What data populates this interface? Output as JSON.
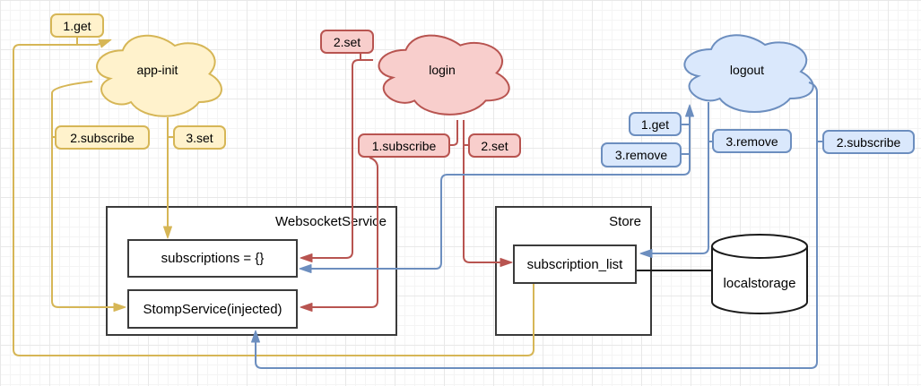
{
  "colors": {
    "yellow": {
      "stroke": "#d6b656",
      "fill": "#fff2cc"
    },
    "red": {
      "stroke": "#b85450",
      "fill": "#f8cecc"
    },
    "blue": {
      "stroke": "#6c8ebf",
      "fill": "#dae8fc"
    },
    "node": {
      "stroke": "#3b3b3b",
      "fill": "#ffffff"
    }
  },
  "clouds": {
    "app_init": {
      "label": "app-init"
    },
    "login": {
      "label": "login"
    },
    "logout": {
      "label": "logout"
    }
  },
  "containers": {
    "websocket_service": {
      "title": "WebsocketService",
      "subscriptions_label": "subscriptions = {}",
      "stomp_label": "StompService(injected)"
    },
    "store": {
      "title": "Store",
      "subscription_list_label": "subscription_list"
    }
  },
  "datastore": {
    "label": "localstorage"
  },
  "edge_labels": {
    "app_init_get": "1.get",
    "app_init_subscribe": "2.subscribe",
    "app_init_set": "3.set",
    "login_set_a": "2.set",
    "login_subscribe": "1.subscribe",
    "login_set_b": "2.set",
    "logout_get": "1.get",
    "logout_remove_a": "3.remove",
    "logout_remove_b": "3.remove",
    "logout_subscribe": "2.subscribe"
  }
}
